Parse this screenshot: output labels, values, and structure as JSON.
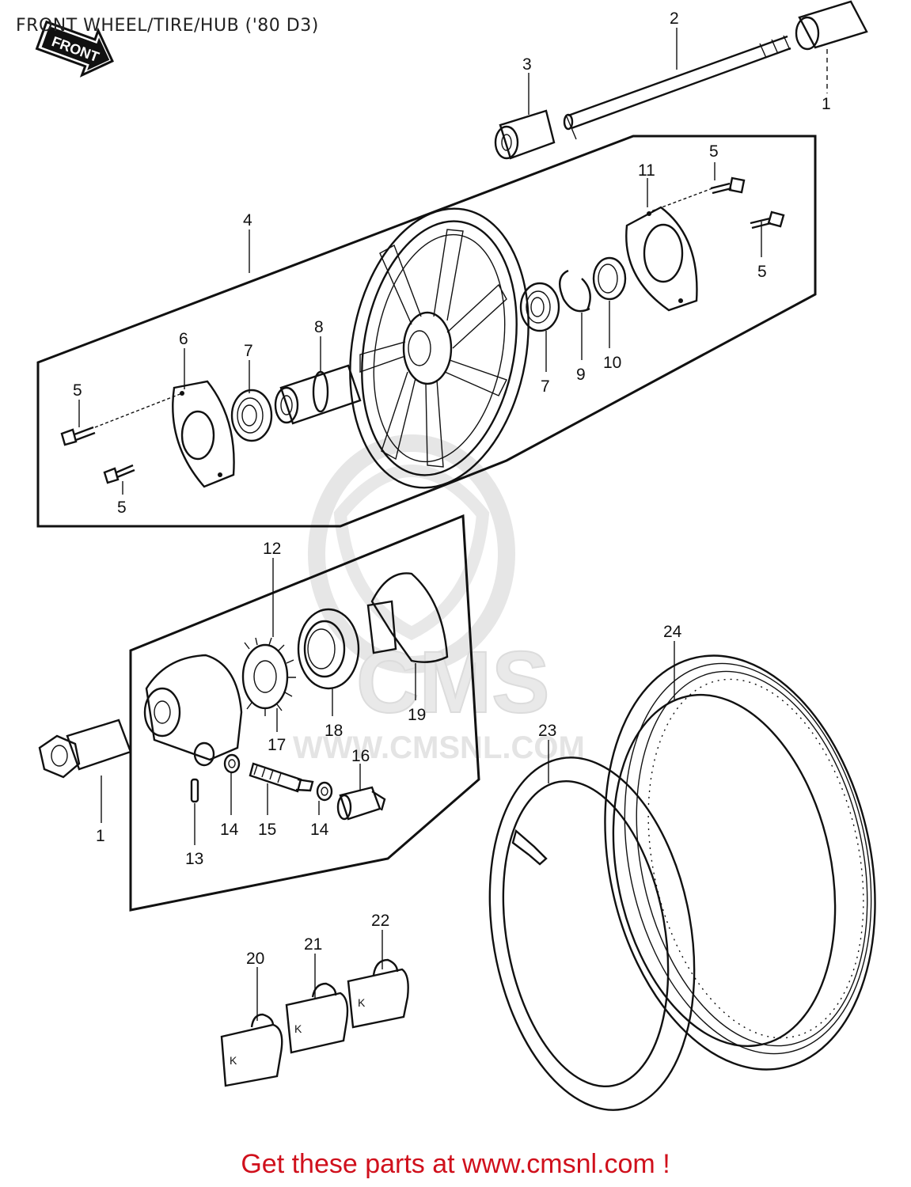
{
  "title": "FRONT WHEEL/TIRE/HUB ('80 D3)",
  "footer": "Get these parts at www.cmsnl.com !",
  "arrow_label": "FRONT",
  "watermark": {
    "brand": "CMS",
    "site": "WWW.CMSNL.COM"
  },
  "colors": {
    "footer": "#d0101c",
    "lines": "#111111",
    "watermark": "#e8e8e8"
  },
  "callouts": [
    "2",
    "3",
    "1",
    "4",
    "5",
    "11",
    "5",
    "6",
    "5",
    "7",
    "8",
    "7",
    "9",
    "10",
    "5",
    "12",
    "24",
    "19",
    "17",
    "18",
    "23",
    "16",
    "1",
    "14",
    "15",
    "14",
    "13",
    "22",
    "21",
    "20"
  ]
}
